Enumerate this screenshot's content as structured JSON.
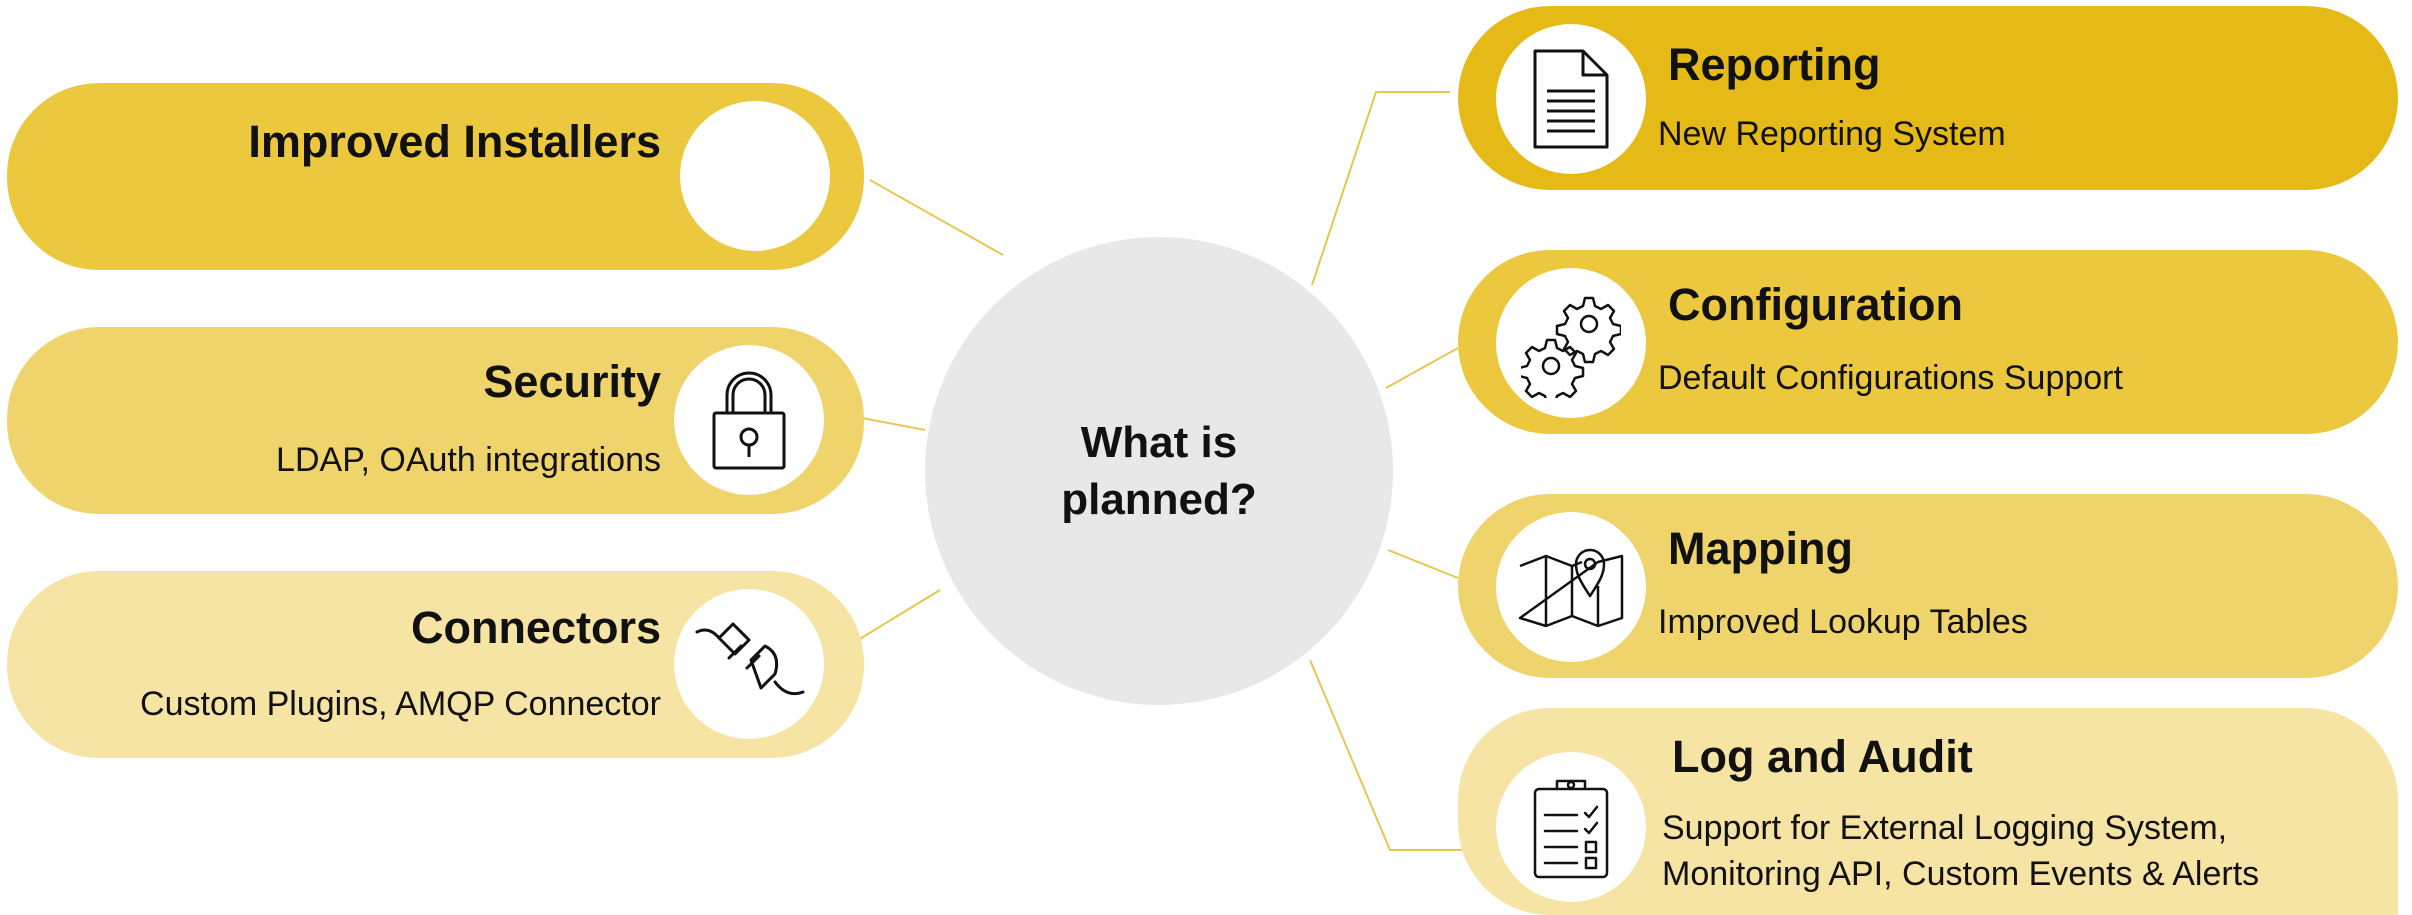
{
  "center": {
    "label": "What is planned?"
  },
  "left": [
    {
      "title": "Improved Installers",
      "subtitle": "",
      "icon": "blank-icon",
      "color": "#ebc83e"
    },
    {
      "title": "Security",
      "subtitle": "LDAP, OAuth integrations",
      "icon": "lock-icon",
      "color": "#efd36b"
    },
    {
      "title": "Connectors",
      "subtitle": "Custom Plugins, AMQP Connector",
      "icon": "plug-icon",
      "color": "#f6e4a4"
    }
  ],
  "right": [
    {
      "title": "Reporting",
      "subtitle": "New Reporting System",
      "icon": "document-icon",
      "color": "#e6ba16"
    },
    {
      "title": "Configuration",
      "subtitle": "Default Configurations Support",
      "icon": "gears-icon",
      "color": "#ebc83e"
    },
    {
      "title": "Mapping",
      "subtitle": "Improved Lookup Tables",
      "icon": "map-icon",
      "color": "#efd36b"
    },
    {
      "title": "Log and Audit",
      "subtitle_lines": [
        "Support for External Logging System,",
        "Monitoring API, Custom Events & Alerts"
      ],
      "icon": "clipboard-icon",
      "color": "#f6e4a4"
    }
  ],
  "colors": {
    "connector": "#e8c651",
    "center": "#e8e8e8"
  }
}
